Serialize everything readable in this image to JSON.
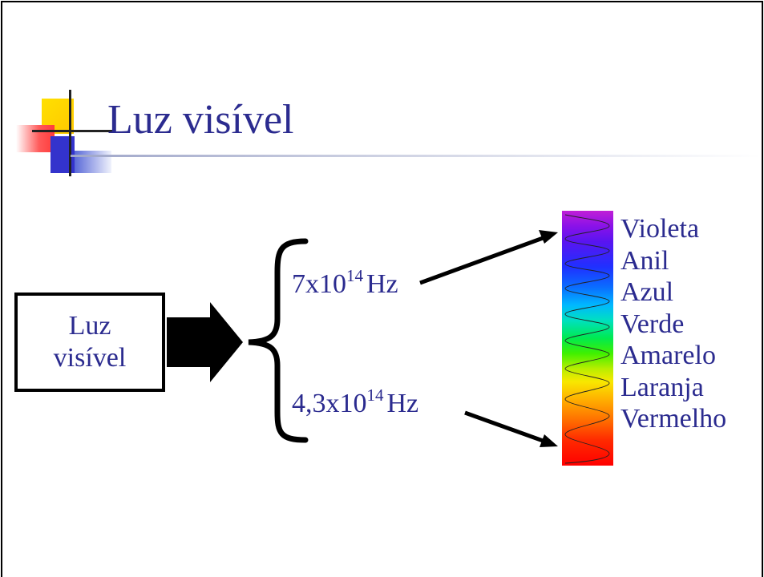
{
  "slide": {
    "title": "Luz visível",
    "box_label_line1": "Luz",
    "box_label_line2": "visível",
    "freq_high": {
      "mantissa": "7x10",
      "exponent": "14",
      "unit": "Hz"
    },
    "freq_low": {
      "mantissa": "4,3x10",
      "exponent": "14",
      "unit": "Hz"
    },
    "colors": [
      "Violeta",
      "Anil",
      "Azul",
      "Verde",
      "Amarelo",
      "Laranja",
      "Vermelho"
    ],
    "accent_color": "#2b2b8f",
    "icons": [
      "big-right-arrow-icon",
      "curly-brace-icon",
      "pointer-arrow-icon",
      "spectrum-wave-icon"
    ]
  }
}
